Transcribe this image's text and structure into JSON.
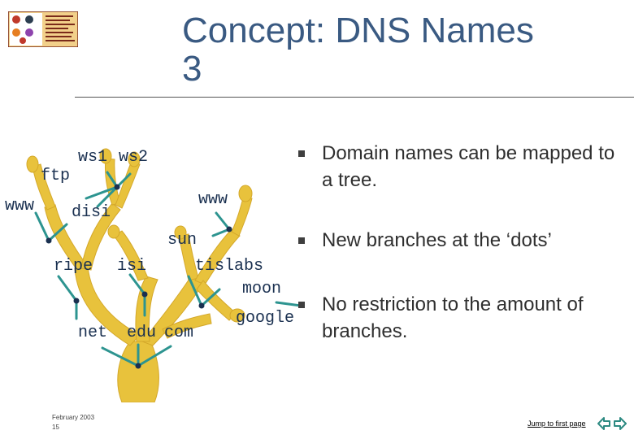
{
  "title": {
    "line1": "Concept: DNS Names",
    "line2": "3"
  },
  "logo": {
    "name": "chalmers-slide-logo"
  },
  "tree_labels": {
    "ws1": "ws1",
    "ws2": "ws2",
    "ftp": "ftp",
    "www_left": "www",
    "disi": "disi",
    "www_right": "www",
    "sun": "sun",
    "ripe": "ripe",
    "isi": "isi",
    "tislabs": "tislabs",
    "moon": "moon",
    "google": "google",
    "net": "net",
    "edu": "edu",
    "com": "com"
  },
  "bullets": [
    "Domain names can be mapped to a tree.",
    "New branches at the ‘dots’",
    "No restriction to the amount of branches."
  ],
  "footer": {
    "date": "February 2003",
    "page": "15"
  },
  "nav": {
    "jump_label": "Jump to first page"
  },
  "colors": {
    "title": "#3a5a82",
    "tree": "#e8c23c",
    "edge": "#2d9490",
    "node": "#1a3050"
  }
}
